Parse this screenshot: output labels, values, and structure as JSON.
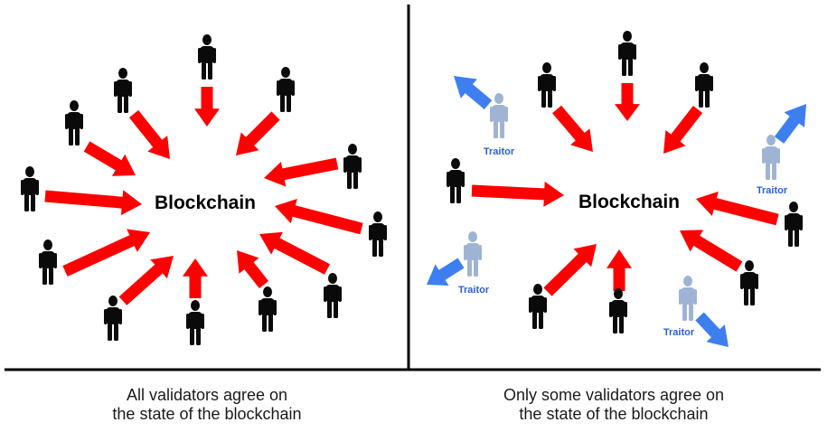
{
  "panels": [
    {
      "center_label": "Blockchain",
      "caption_line1": "All validators agree on",
      "caption_line2": "the state of the blockchain"
    },
    {
      "center_label": "Blockchain",
      "caption_line1": "Only some validators agree on",
      "caption_line2": "the state of the blockchain",
      "traitor_label": "Traitor"
    }
  ],
  "colors": {
    "agree_arrow": "#ff0000",
    "traitor_arrow": "#3d7ff0",
    "validator": "#0a0a0a",
    "traitor_figure": "#9fb4d4",
    "traitor_text": "#2a5fd6",
    "divider": "#000000"
  }
}
